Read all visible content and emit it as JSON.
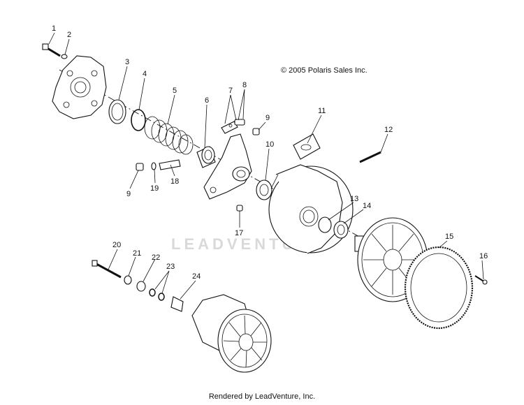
{
  "copyright": "© 2005 Polaris Sales Inc.",
  "footer": "Rendered by LeadVenture, Inc.",
  "watermark": "LEADVENTURE",
  "callouts": [
    "1",
    "2",
    "3",
    "4",
    "5",
    "6",
    "7",
    "8",
    "9",
    "10",
    "11",
    "12",
    "13",
    "14",
    "15",
    "16",
    "17",
    "18",
    "19",
    "9",
    "20",
    "21",
    "22",
    "23",
    "24"
  ]
}
